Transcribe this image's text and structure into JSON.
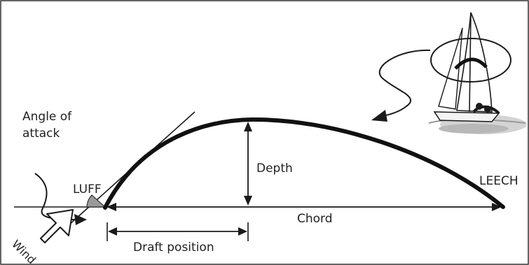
{
  "diagram": {
    "labels": {
      "angle_of_attack_line1": "Angle of",
      "angle_of_attack_line2": "attack",
      "luff": "LUFF",
      "leech": "LEECH",
      "depth": "Depth",
      "chord": "Chord",
      "draft_position": "Draft position",
      "wind": "Wind"
    },
    "colors": {
      "ink": "#1a1a1a",
      "angle_fill": "#9a9a9a",
      "sail_wash": "#cfcfcf",
      "border": "#333333"
    },
    "icons": {
      "wind_arrow": "hollow-arrow-icon",
      "boat": "sailboat-illustration"
    }
  }
}
